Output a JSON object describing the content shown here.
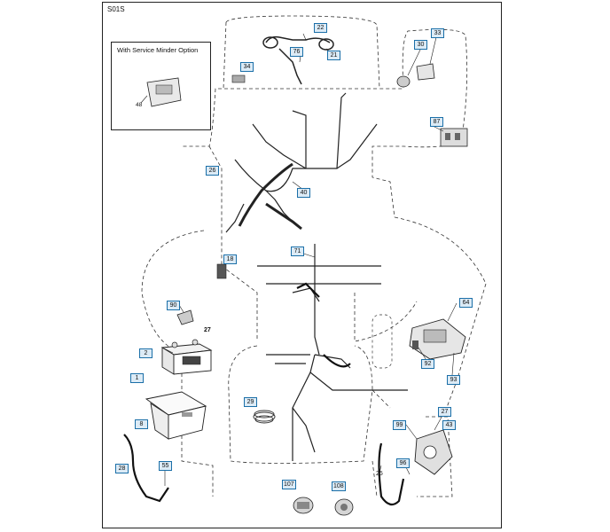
{
  "page_code": "S01S",
  "inset": {
    "title": "With Service Minder Option",
    "part_number": "48"
  },
  "callouts": [
    "22",
    "76",
    "21",
    "30",
    "33",
    "34",
    "87",
    "26",
    "40",
    "71",
    "18",
    "90",
    "27",
    "2",
    "1",
    "64",
    "92",
    "93",
    "29",
    "8",
    "99",
    "27",
    "43",
    "28",
    "55",
    "96",
    "107",
    "108",
    "25"
  ]
}
